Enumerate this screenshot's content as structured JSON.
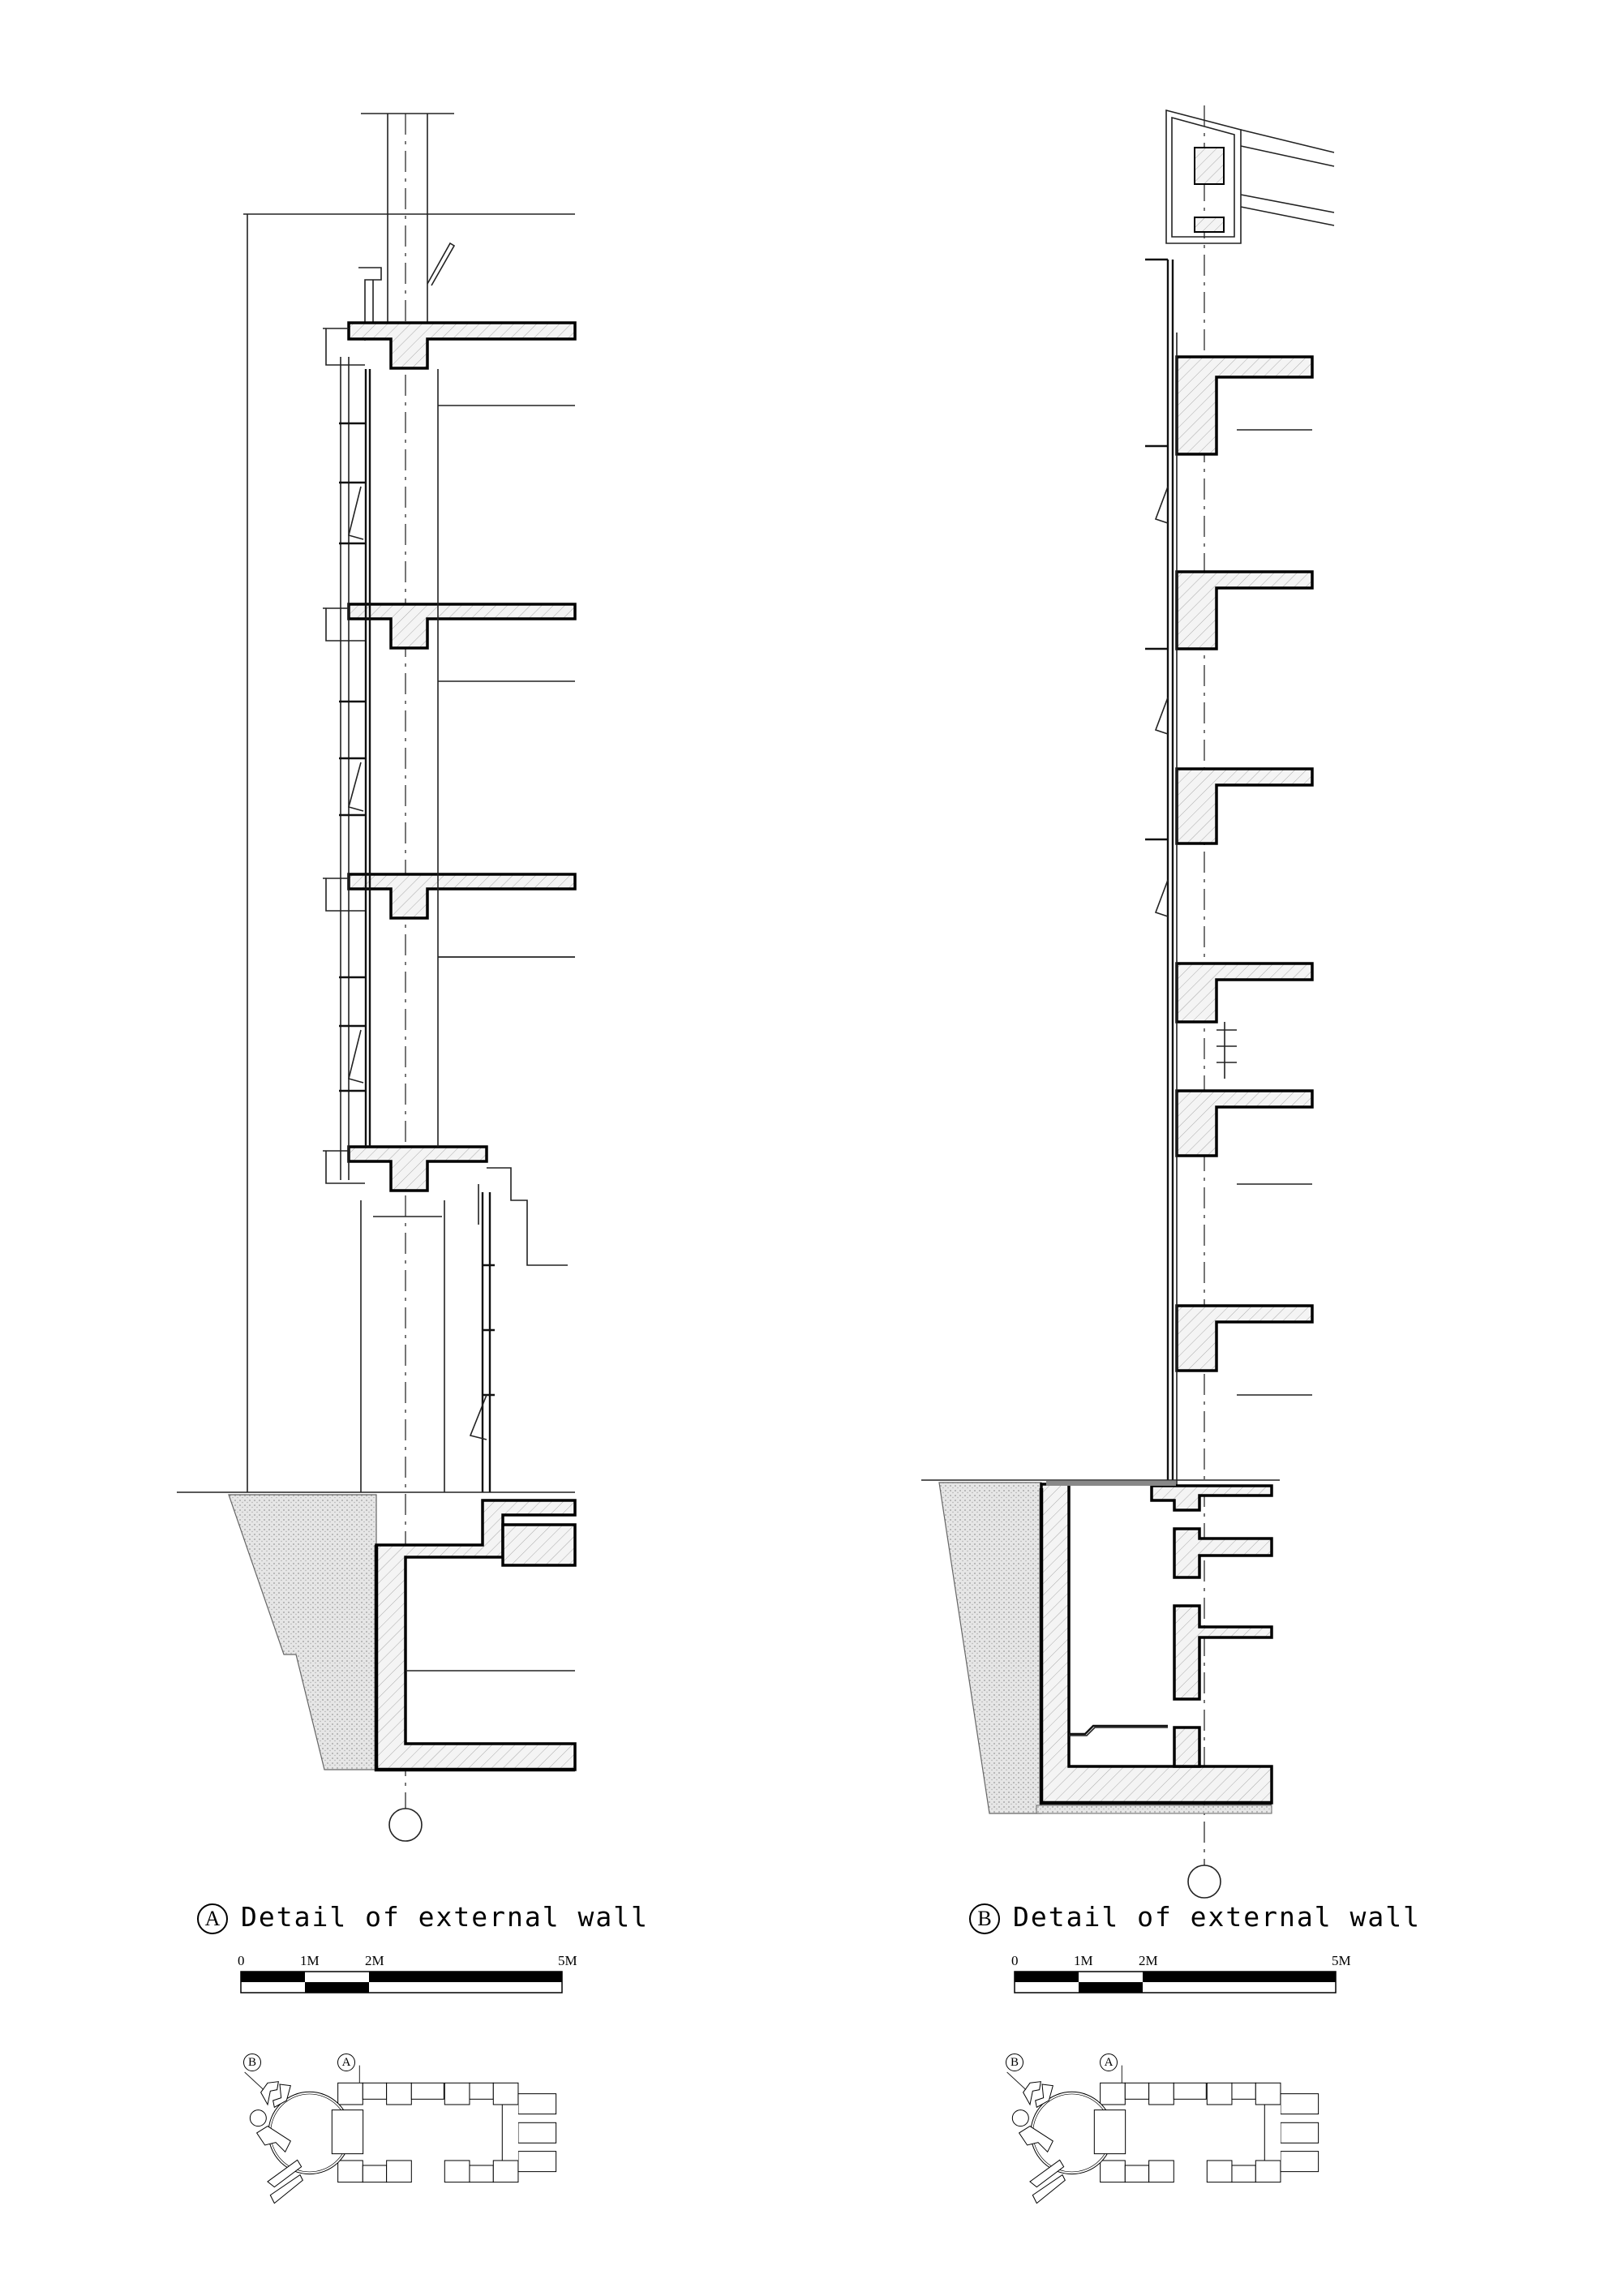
{
  "drawings": [
    {
      "marker": "A",
      "title": "Detail of external wall"
    },
    {
      "marker": "B",
      "title": "Detail of external wall"
    }
  ],
  "scale_bar": {
    "labels": [
      "0",
      "1M",
      "2M",
      "5M"
    ]
  },
  "key_plan": {
    "markers": [
      "B",
      "A"
    ]
  },
  "colors": {
    "line": "#000000",
    "hatch": "#999999",
    "earth": "#d9d9d9"
  }
}
